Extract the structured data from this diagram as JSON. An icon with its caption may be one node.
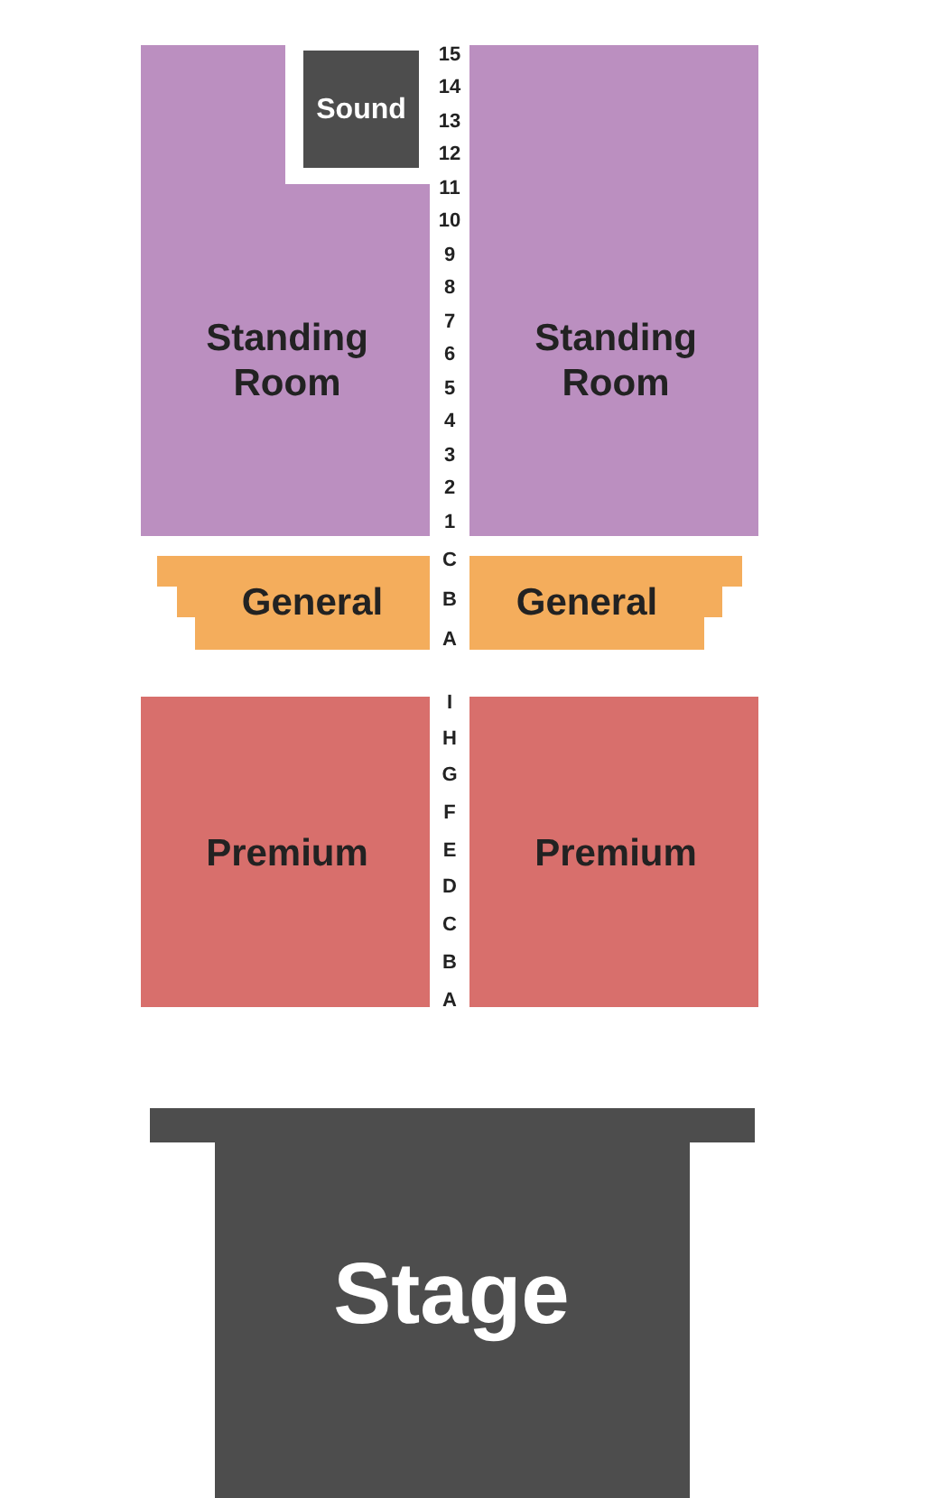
{
  "diagram": {
    "nodes": [
      {
        "text": [
          "Standing Room"
        ]
      },
      {
        "text": [
          "Sound"
        ]
      },
      {
        "text": [
          "Standing Room"
        ]
      },
      {
        "text": [
          "General"
        ]
      },
      {
        "text": [
          "General"
        ]
      },
      {
        "text": [
          "Premium"
        ]
      },
      {
        "text": [
          "Premium"
        ]
      },
      {
        "text": [
          "Stage"
        ]
      }
    ],
    "labels": [
      "15",
      "14",
      "13",
      "12",
      "11",
      "10",
      "9",
      "8",
      "7",
      "6",
      "5",
      "4",
      "3",
      "2",
      "1",
      "C",
      "B",
      "A",
      "I",
      "H",
      "G",
      "F",
      "E",
      "D",
      "C",
      "B",
      "A"
    ]
  }
}
